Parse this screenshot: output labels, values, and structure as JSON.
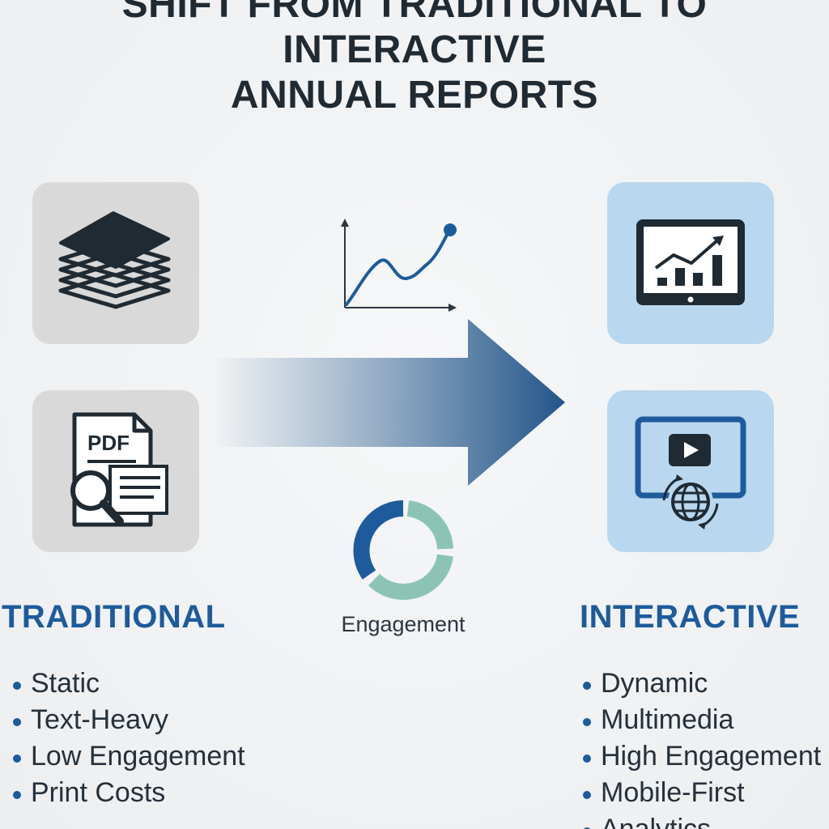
{
  "title": {
    "line1": "SHIFT FROM TRADITIONAL TO",
    "line2": "INTERACTIVE",
    "line3": "ANNUAL REPORTS"
  },
  "traditional": {
    "heading": "TRADITIONAL",
    "items": [
      "Static",
      "Text-Heavy",
      "Low Engagement",
      "Print Costs"
    ],
    "pdf_label": "PDF"
  },
  "interactive": {
    "heading": "INTERACTIVE",
    "items": [
      "Dynamic",
      "Multimedia",
      "High Engagement",
      "Mobile-First",
      "Analytics"
    ]
  },
  "center": {
    "engagement_label": "Engagement"
  },
  "colors": {
    "primary_blue": "#1d5b9c",
    "dark_navy": "#1f2a33",
    "tile_gray": "#d9d9d9",
    "tile_blue": "#b9d7ee",
    "donut_blue": "#1d5b9c",
    "donut_teal": "#8cc4b4"
  },
  "icons": {
    "traditional_top": "stacked-papers-icon",
    "traditional_bottom": "pdf-document-search-icon",
    "interactive_top": "tablet-chart-icon",
    "interactive_bottom": "video-globe-icon",
    "center_top": "line-chart-icon",
    "center_bottom": "donut-chart-icon"
  }
}
